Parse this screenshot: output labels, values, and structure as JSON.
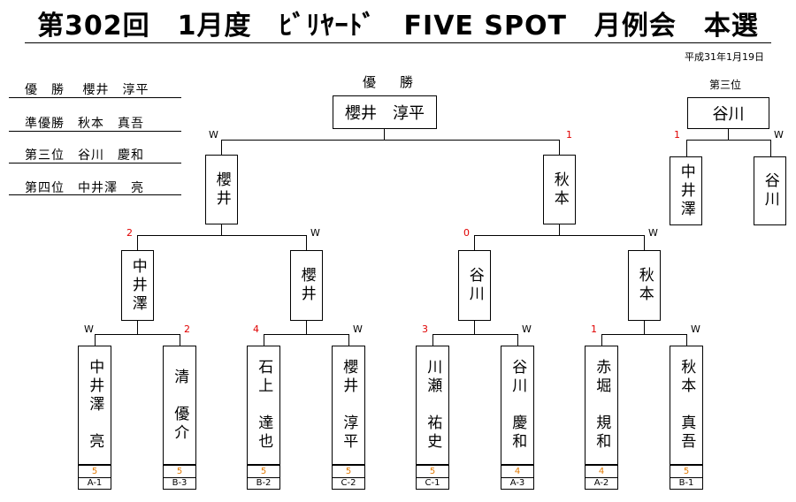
{
  "title": "第302回　1月度　ﾋﾞﾘﾔｰﾄﾞ　FIVE SPOT　月例会　本選",
  "date": "平成31年1月19日",
  "results": [
    {
      "place": "優　勝",
      "name": "櫻井　淳平"
    },
    {
      "place": "準優勝",
      "name": "秋本　真吾"
    },
    {
      "place": "第三位",
      "name": "谷川　慶和"
    },
    {
      "place": "第四位",
      "name": "中井澤　亮"
    }
  ],
  "champion": {
    "caption": "優　勝",
    "name": "櫻井　淳平"
  },
  "third_place": {
    "caption": "第三位",
    "name": "谷川",
    "left": {
      "name": "中井澤",
      "mark": "1"
    },
    "right": {
      "name": "谷川",
      "mark": "W"
    }
  },
  "final": {
    "left": {
      "name": "櫻井",
      "mark": "W"
    },
    "right": {
      "name": "秋本",
      "mark": "1"
    }
  },
  "semifinals": [
    {
      "name": "中井澤",
      "mark": "2"
    },
    {
      "name": "櫻井",
      "mark": "W"
    },
    {
      "name": "谷川",
      "mark": "0"
    },
    {
      "name": "秋本",
      "mark": "W"
    }
  ],
  "players": [
    {
      "name": "中井澤　亮",
      "mark": "W",
      "score": "5",
      "seed": "A-1"
    },
    {
      "name": "清　優介",
      "mark": "2",
      "score": "5",
      "seed": "B-3"
    },
    {
      "name": "石上　達也",
      "mark": "4",
      "score": "5",
      "seed": "B-2"
    },
    {
      "name": "櫻井　淳平",
      "mark": "W",
      "score": "5",
      "seed": "C-2"
    },
    {
      "name": "川瀬　祐史",
      "mark": "3",
      "score": "5",
      "seed": "C-1"
    },
    {
      "name": "谷川　慶和",
      "mark": "W",
      "score": "4",
      "seed": "A-3"
    },
    {
      "name": "赤堀　規和",
      "mark": "1",
      "score": "4",
      "seed": "A-2"
    },
    {
      "name": "秋本　真吾",
      "mark": "W",
      "score": "5",
      "seed": "B-1"
    }
  ]
}
